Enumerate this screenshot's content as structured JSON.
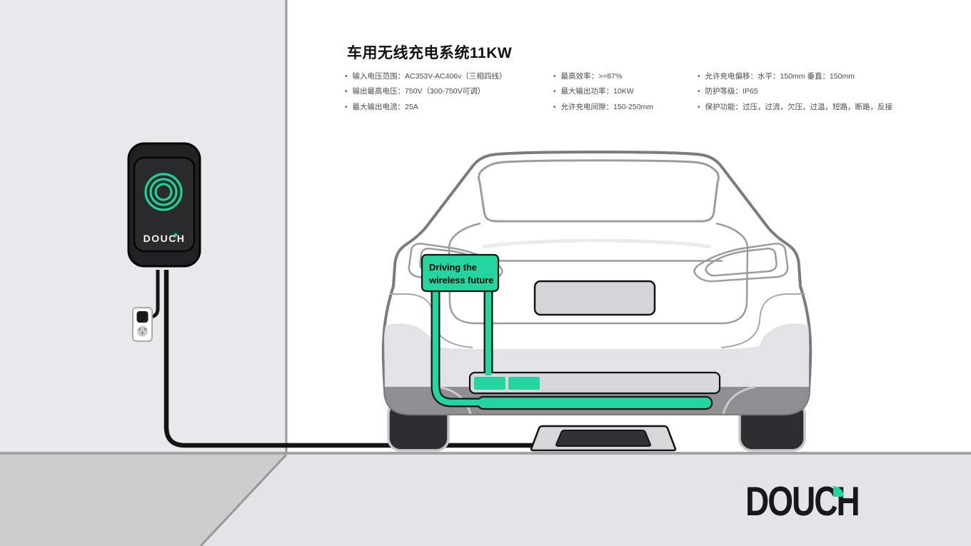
{
  "title": "车用无线充电系统11KW",
  "specs": {
    "col1": [
      "输入电压范围：AC353V-AC406v（三相四线）",
      "输出最高电压：750V（300-750V可调）",
      "最大输出电流：25A"
    ],
    "col2": [
      "最高效率：>=87%",
      "最大输出功率：10KW",
      "允许充电间隙：150-250mm"
    ],
    "col3": [
      "允许充电偏移：水平：150mm 垂直：150mm",
      "防护等级：IP65",
      "保护功能：过压，过流，欠压，过温，短路，断路，反接"
    ]
  },
  "wall_unit": {
    "brand": "DOUCH"
  },
  "car_label": {
    "line1": "Driving the",
    "line2": "wireless future"
  },
  "logo": {
    "text": "DOUCH"
  },
  "colors": {
    "accent_green": "#24d5a0",
    "unit_dark": "#232325",
    "wall_gray": "#e9e9ec",
    "floor_light": "#e4e4e6",
    "floor_dark": "#cdcdce",
    "car_outline": "#7b7b7d"
  }
}
